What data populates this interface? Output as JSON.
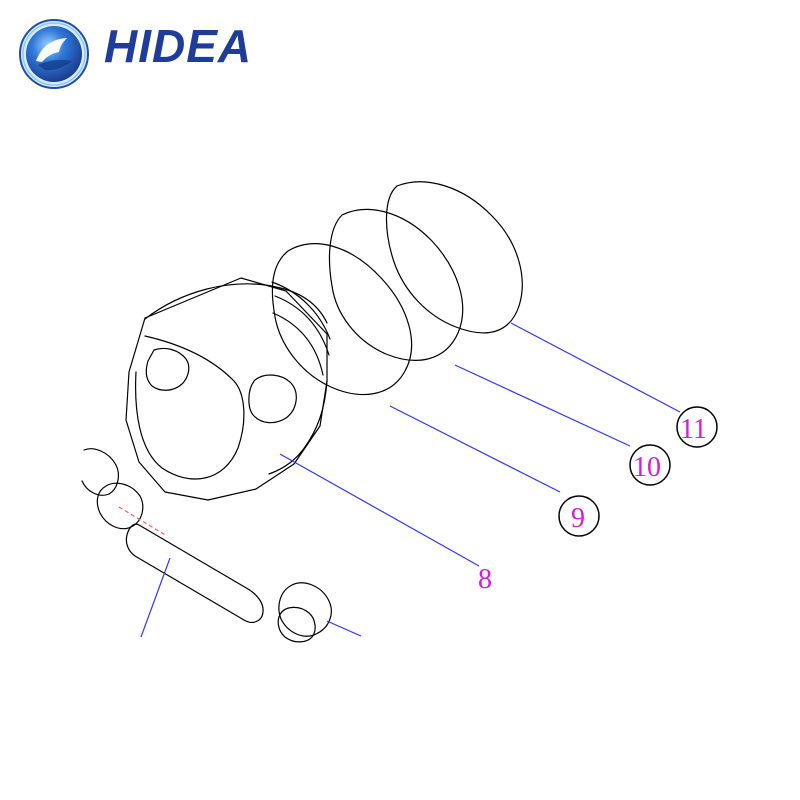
{
  "brand": {
    "name": "HIDEA",
    "logo_icon": "hidea-logo-icon",
    "colors": {
      "primary": "#1f3c9a",
      "accent": "#2d6fcf",
      "callout": "#d61ad8",
      "leader": "#2d35ff"
    }
  },
  "diagram": {
    "callouts": [
      {
        "label": "8",
        "circled": false
      },
      {
        "label": "9",
        "circled": true
      },
      {
        "label": "10",
        "circled": true
      },
      {
        "label": "11",
        "circled": true
      }
    ]
  }
}
